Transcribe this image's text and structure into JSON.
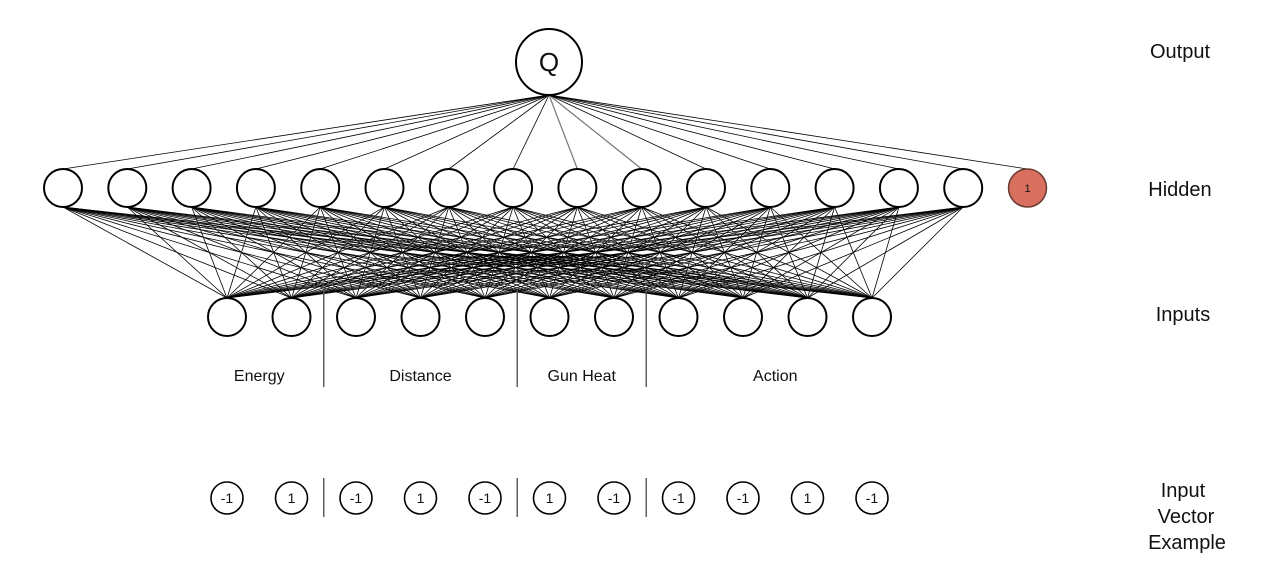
{
  "output_node": {
    "label": "Q"
  },
  "hidden_layer": {
    "node_count": 15,
    "bias_label": "1",
    "bias_color": "#d9705f"
  },
  "input_layer": {
    "node_count": 11
  },
  "layer_labels": {
    "output": "Output",
    "hidden": "Hidden",
    "inputs": "Inputs",
    "example_line1": "Input",
    "example_line2": "Vector",
    "example_line3": "Example"
  },
  "groups": [
    {
      "label": "Energy",
      "size": 2
    },
    {
      "label": "Distance",
      "size": 3
    },
    {
      "label": "Gun Heat",
      "size": 2
    },
    {
      "label": "Action",
      "size": 4
    }
  ],
  "input_vector_example": [
    "-1",
    "1",
    "-1",
    "1",
    "-1",
    "1",
    "-1",
    "-1",
    "-1",
    "1",
    "-1"
  ]
}
